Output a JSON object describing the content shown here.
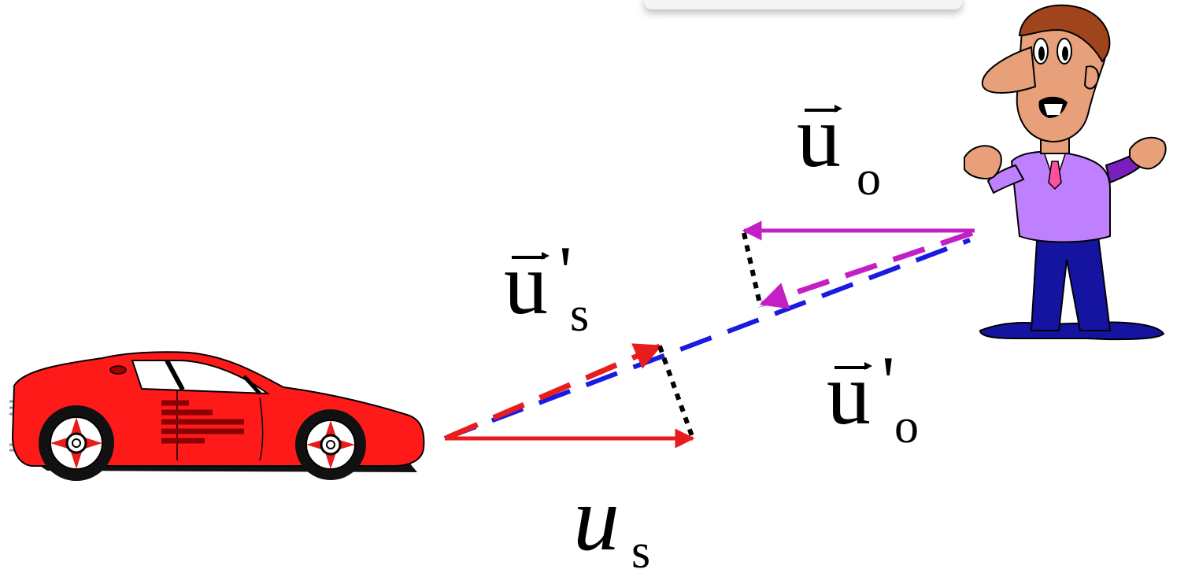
{
  "labels": {
    "u_o": {
      "symbol": "u",
      "subscript": "o",
      "prime": "",
      "vector": true
    },
    "u_s_prime": {
      "symbol": "u",
      "subscript": "s",
      "prime": "'",
      "vector": true
    },
    "u_o_prime": {
      "symbol": "u",
      "subscript": "o",
      "prime": "'",
      "vector": true
    },
    "u_s": {
      "symbol": "u",
      "subscript": "s",
      "prime": "",
      "vector": false
    }
  },
  "colors": {
    "source_velocity": "#e81c1c",
    "observer_velocity": "#c41fc4",
    "line_of_sight": "#1a1ae0",
    "projection_dotted": "#000000",
    "car_body": "#ff1a1a",
    "person_shirt": "#bf80ff",
    "person_pants": "#1414a0",
    "person_skin": "#e8a07a",
    "person_hair": "#a0441c"
  },
  "icons": {
    "car": "red-sports-car-icon",
    "person": "surprised-man-icon"
  }
}
